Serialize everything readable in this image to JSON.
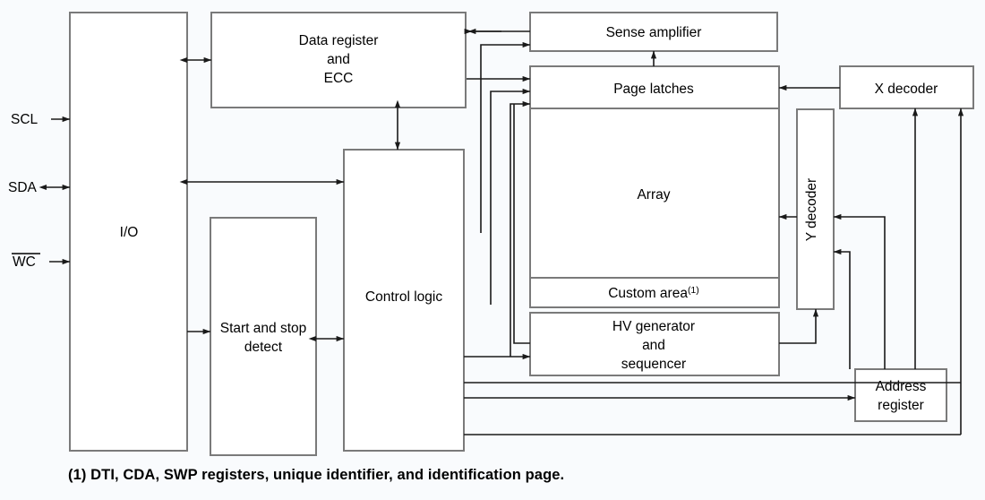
{
  "figure": {
    "type": "block-diagram",
    "title": "",
    "caption": "(1) DTI, CDA, SWP registers, unique identifier, and identification page.",
    "background_color": "#f9fbfd",
    "box_fill": "#ffffff",
    "box_stroke": "#7a7a7a",
    "wire_color": "#1a1a1a"
  },
  "signals": [
    {
      "name": "SCL",
      "label": "SCL",
      "overline": false,
      "direction": "in"
    },
    {
      "name": "SDA",
      "label": "SDA",
      "overline": false,
      "direction": "bidirectional"
    },
    {
      "name": "WC",
      "label": "WC",
      "overline": true,
      "direction": "in"
    }
  ],
  "blocks": {
    "io": {
      "label": "I/O"
    },
    "data_register": {
      "line1": "Data register",
      "line2": "and",
      "line3": "ECC"
    },
    "start_stop": {
      "line1": "Start and stop",
      "line2": "detect"
    },
    "control_logic": {
      "label": "Control logic"
    },
    "sense_amplifier": {
      "label": "Sense amplifier"
    },
    "page_latches": {
      "label": "Page latches"
    },
    "array": {
      "label": "Array"
    },
    "custom_area": {
      "label": "Custom area",
      "footnote": "(1)"
    },
    "hv_generator": {
      "line1": "HV generator",
      "line2": "and",
      "line3": "sequencer"
    },
    "x_decoder": {
      "label": "X decoder"
    },
    "y_decoder": {
      "label": "Y decoder"
    },
    "address_register": {
      "line1": "Address",
      "line2": "register"
    }
  }
}
